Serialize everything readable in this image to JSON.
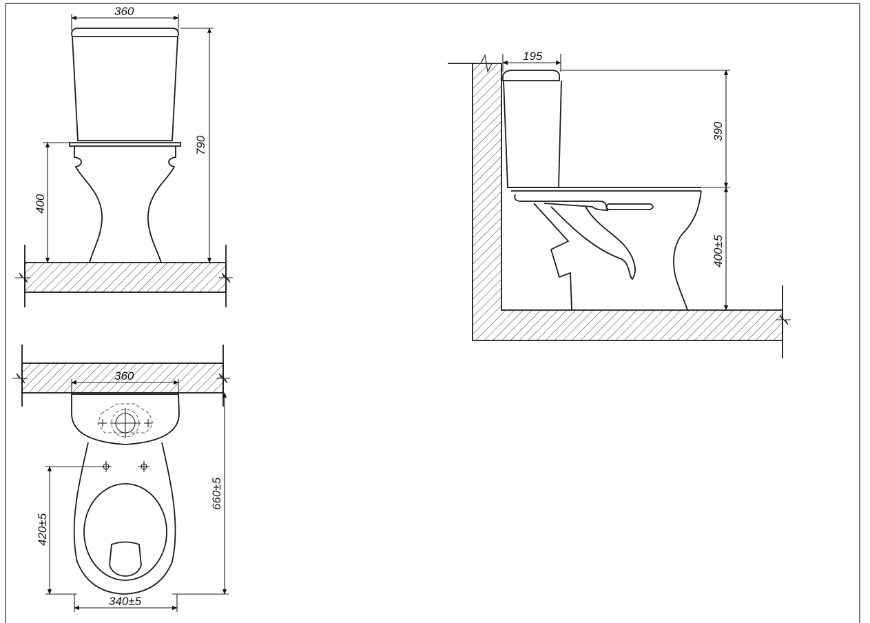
{
  "front_view": {
    "width_label": "360",
    "total_height_label": "790",
    "seat_height_label": "400"
  },
  "top_view": {
    "width_label": "360",
    "depth_label": "660±5",
    "hole_distance_label": "420±5",
    "base_width_label": "340±5"
  },
  "side_view": {
    "tank_depth_label": "195",
    "tank_height_label": "390",
    "seat_height_label": "400±5"
  }
}
